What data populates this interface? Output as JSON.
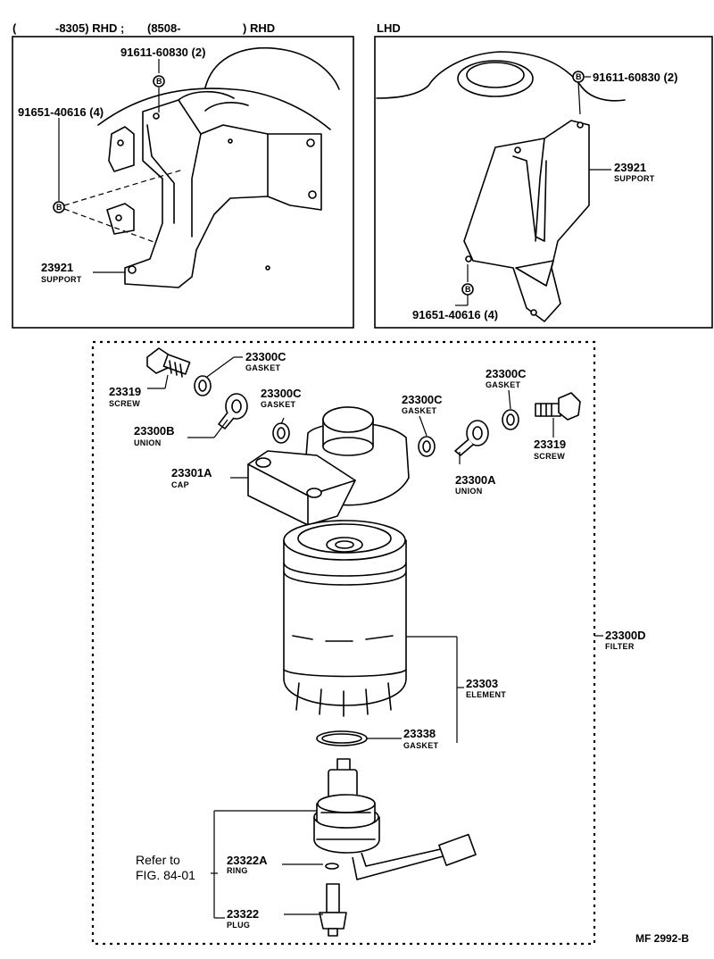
{
  "rhd_panel": {
    "header_paren_open": "(",
    "header_code1": "-8305) RHD ;",
    "header_code2": "(8508-",
    "header_code3": ") RHD",
    "bolt_top_no": "91611-60830 (2)",
    "bolt_side_no": "91651-40616 (4)",
    "support_no": "23921",
    "support_name": "SUPPORT",
    "marker": "B"
  },
  "lhd_panel": {
    "header": "LHD",
    "bolt_top_no": "91611-60830 (2)",
    "support_no": "23921",
    "support_name": "SUPPORT",
    "bolt_bottom_no": "91651-40616 (4)",
    "marker": "B"
  },
  "filter_panel": {
    "gasket_top": {
      "no": "23300C",
      "name": "GASKET"
    },
    "screw_left": {
      "no": "23319",
      "name": "SCREW"
    },
    "gasket_mid_left": {
      "no": "23300C",
      "name": "GASKET"
    },
    "union_b": {
      "no": "23300B",
      "name": "UNION"
    },
    "gasket_right_top": {
      "no": "23300C",
      "name": "GASKET"
    },
    "gasket_mid_right": {
      "no": "23300C",
      "name": "GASKET"
    },
    "screw_right": {
      "no": "23319",
      "name": "SCREW"
    },
    "cap": {
      "no": "23301A",
      "name": "CAP"
    },
    "union_a": {
      "no": "23300A",
      "name": "UNION"
    },
    "filter": {
      "no": "23300D",
      "name": "FILTER"
    },
    "element": {
      "no": "23303",
      "name": "ELEMENT"
    },
    "gasket_bottom": {
      "no": "23338",
      "name": "GASKET"
    },
    "refer_line1": "Refer to",
    "refer_line2": "FIG. 84-01",
    "ring": {
      "no": "23322A",
      "name": "RING"
    },
    "plug": {
      "no": "23322",
      "name": "PLUG"
    }
  },
  "footer_code": "MF 2992-B"
}
